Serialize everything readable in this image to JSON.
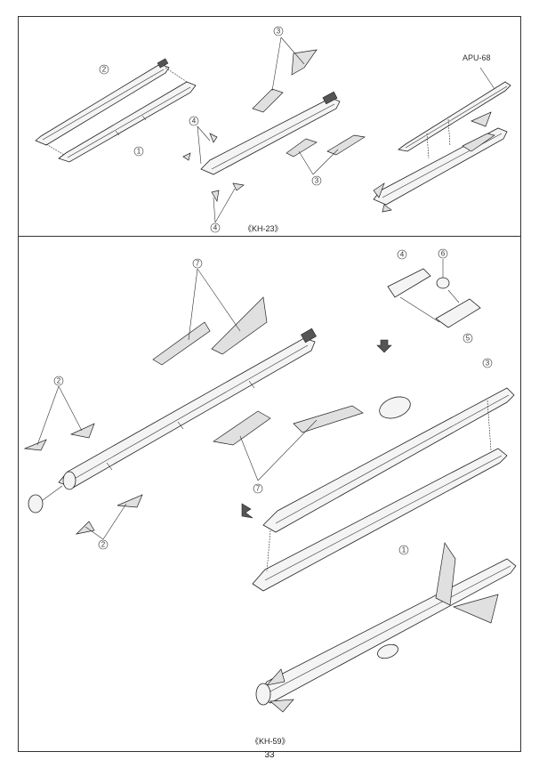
{
  "top_panel": {
    "caption": "《KH-23》",
    "launcher_label": "APU-68",
    "callouts": [
      "1",
      "2",
      "3",
      "3",
      "4",
      "4"
    ]
  },
  "bottom_panel": {
    "caption": "《KH-59》",
    "callouts": [
      "1",
      "2",
      "2",
      "3",
      "4",
      "5",
      "6",
      "7",
      "7"
    ]
  },
  "page_number": "33"
}
